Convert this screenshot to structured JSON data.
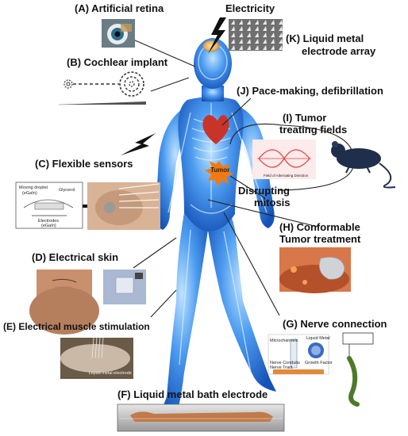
{
  "labels": {
    "a": "(A) Artificial retina",
    "b": "(B) Cochlear implant",
    "c": "(C) Flexible sensors",
    "d": "(D) Electrical skin",
    "e": "(E) Electrical muscle stimulation",
    "f": "(F) Liquid metal bath electrode",
    "g": "(G) Nerve connection",
    "h1": "(H) Conformable",
    "h2": "Tumor treatment",
    "i1": "(I) Tumor",
    "i2": "treating fields",
    "j": "(J) Pace-making, defibrillation",
    "k1": "(K) Liquid metal",
    "k2": "electrode array",
    "electricity": "Electricity",
    "disrupt1": "Disrupting",
    "disrupt2": "mitosis",
    "tumor": "Tumor"
  },
  "inset_text": {
    "moving_droplet": "Moving droplet",
    "egain1": "(eGaIn)",
    "glycerol": "Glycerol",
    "electrodes": "Electrodes",
    "egain2": "(eGaIn)",
    "liquid_metal_electrode": "Liquid metal electrode",
    "microchannels": "Microchannels",
    "liquid_metal": "Liquid Metal",
    "nerve_conduits": "Nerve Conduits",
    "growth_factor": "Growth Factor",
    "nerve_tract": "Nerve Tract",
    "field_direction": "Field of Alternating Direction"
  },
  "colors": {
    "body": "#2f7de0",
    "body_glow": "#8ec8ff",
    "heart": "#c8342a",
    "tumor": "#f07a12",
    "line": "#222222"
  }
}
